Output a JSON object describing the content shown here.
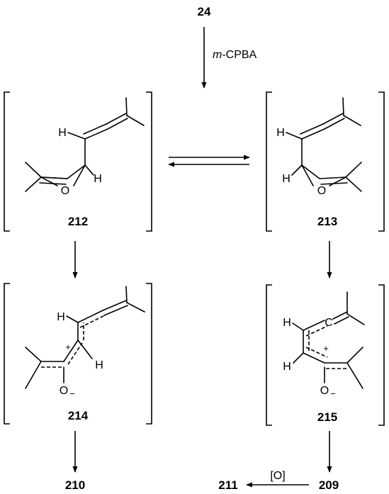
{
  "compounds": {
    "start": "24",
    "c212": "212",
    "c213": "213",
    "c214": "214",
    "c215": "215",
    "c210": "210",
    "c211": "211",
    "c209": "209"
  },
  "reagents": {
    "oxidant_prefix": "m",
    "oxidant_rest": "-CPBA",
    "oxidation": "[O]"
  },
  "atoms": {
    "hydrogen": "H",
    "oxygen": "O",
    "plus": "+",
    "minus": "−"
  }
}
